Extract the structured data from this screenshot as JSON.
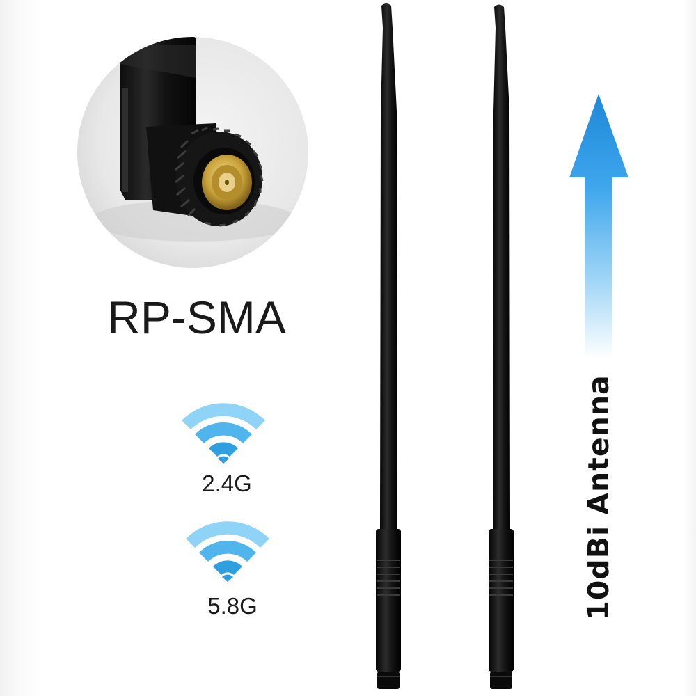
{
  "connector": {
    "label": "RP-SMA",
    "photo_icon": "rp-sma-connector-photo"
  },
  "bands": [
    {
      "label": "2.4G",
      "icon": "wifi-icon"
    },
    {
      "label": "5.8G",
      "icon": "wifi-icon"
    }
  ],
  "antenna": {
    "gain_label": "10dBi Antenna",
    "arrow_icon": "up-arrow-icon"
  },
  "colors": {
    "wifi_inner": "#2f9fe0",
    "wifi_outer": "#8fd3f6",
    "arrow_top": "#1e88d8",
    "antenna_body": "#151515",
    "connector_gold": "#c9a23a"
  }
}
